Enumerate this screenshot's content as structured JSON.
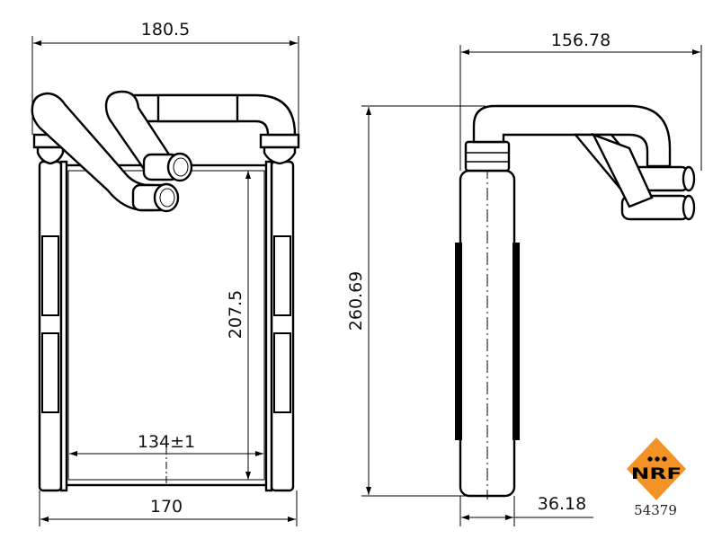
{
  "dimensions": {
    "overall_width_front": "180.5",
    "overall_width_side": "156.78",
    "overall_height": "260.69",
    "core_height": "207.5",
    "core_inner_width": "134±1",
    "core_width": "170",
    "depth": "36.18"
  },
  "logo": {
    "brand": "NRF",
    "part_number": "54379",
    "color": "#f39325"
  }
}
